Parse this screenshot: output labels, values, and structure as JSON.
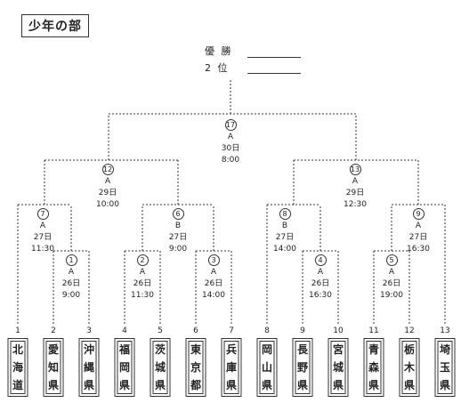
{
  "title": "少年の部",
  "winner": {
    "first_label": "優 勝",
    "second_label": "2 位"
  },
  "teams": [
    {
      "seed": "1",
      "name": "北海道"
    },
    {
      "seed": "2",
      "name": "愛知県"
    },
    {
      "seed": "3",
      "name": "沖縄県"
    },
    {
      "seed": "4",
      "name": "福岡県"
    },
    {
      "seed": "5",
      "name": "茨城県"
    },
    {
      "seed": "6",
      "name": "東京都"
    },
    {
      "seed": "7",
      "name": "兵庫県"
    },
    {
      "seed": "8",
      "name": "岡山県"
    },
    {
      "seed": "9",
      "name": "長野県"
    },
    {
      "seed": "10",
      "name": "宮城県"
    },
    {
      "seed": "11",
      "name": "青森県"
    },
    {
      "seed": "12",
      "name": "栃木県"
    },
    {
      "seed": "13",
      "name": "埼玉県"
    }
  ],
  "matches": {
    "m1": {
      "num": "1",
      "court": "A",
      "day": "26日",
      "time": "9:00"
    },
    "m2": {
      "num": "2",
      "court": "A",
      "day": "26日",
      "time": "11:30"
    },
    "m3": {
      "num": "3",
      "court": "A",
      "day": "26日",
      "time": "14:00"
    },
    "m4": {
      "num": "4",
      "court": "A",
      "day": "26日",
      "time": "16:30"
    },
    "m5": {
      "num": "5",
      "court": "A",
      "day": "26日",
      "time": "19:00"
    },
    "m6": {
      "num": "6",
      "court": "B",
      "day": "27日",
      "time": "9:00"
    },
    "m7": {
      "num": "7",
      "court": "A",
      "day": "27日",
      "time": "11:30"
    },
    "m8": {
      "num": "8",
      "court": "B",
      "day": "27日",
      "time": "14:00"
    },
    "m9": {
      "num": "9",
      "court": "A",
      "day": "27日",
      "time": "16:30"
    },
    "m12": {
      "num": "12",
      "court": "A",
      "day": "29日",
      "time": "10:00"
    },
    "m13": {
      "num": "13",
      "court": "A",
      "day": "29日",
      "time": "12:30"
    },
    "m17": {
      "num": "17",
      "court": "A",
      "day": "30日",
      "time": "8:00"
    }
  }
}
